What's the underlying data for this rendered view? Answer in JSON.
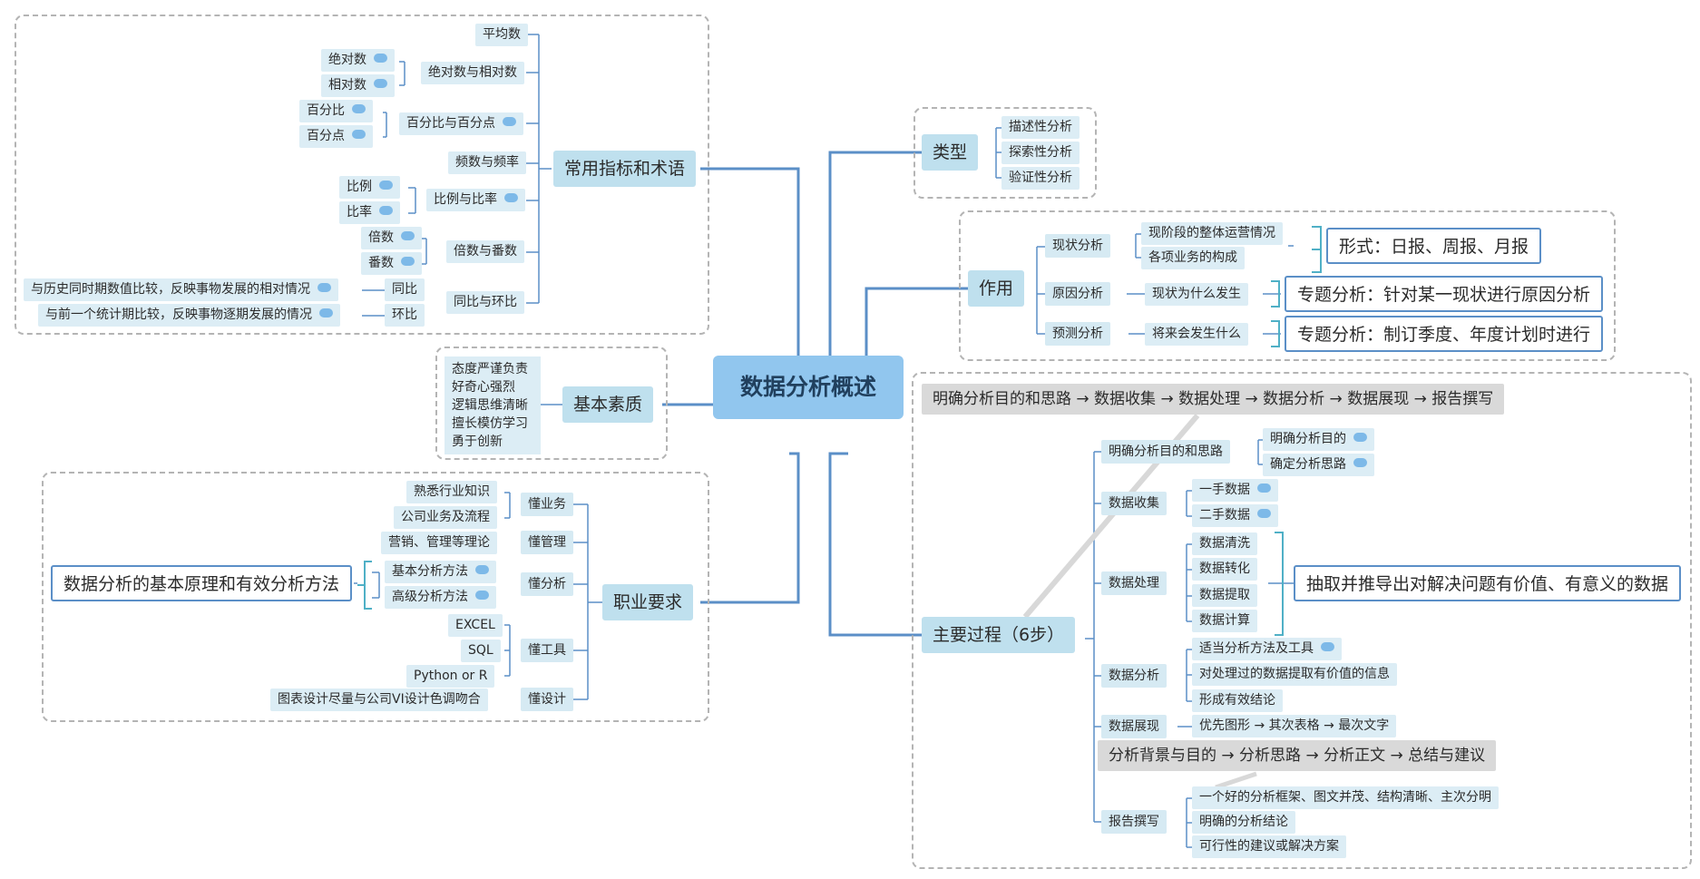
{
  "root": "数据分析概述",
  "metrics": {
    "title": "常用指标和术语",
    "avg": "平均数",
    "abs_rel": "绝对数与相对数",
    "abs": "绝对数",
    "rel": "相对数",
    "pct": "百分比与百分点",
    "pct1": "百分比",
    "pct2": "百分点",
    "freq": "频数与频率",
    "ratio": "比例与比率",
    "ratio1": "比例",
    "ratio2": "比率",
    "mult": "倍数与番数",
    "mult1": "倍数",
    "mult2": "番数",
    "yoy_mom": "同比与环比",
    "yoy": "同比",
    "mom": "环比",
    "yoy_desc": "与历史同时期数值比较，反映事物发展的相对情况",
    "mom_desc": "与前一个统计期比较，反映事物逐期发展的情况"
  },
  "quality": {
    "title": "基本素质",
    "items": [
      "态度严谨负责",
      "好奇心强烈",
      "逻辑思维清晰",
      "擅长模仿学习",
      "勇于创新"
    ]
  },
  "career": {
    "title": "职业要求",
    "biz": "懂业务",
    "biz1": "熟悉行业知识",
    "biz2": "公司业务及流程",
    "mgmt": "懂管理",
    "mgmt1": "营销、管理等理论",
    "ana": "懂分析",
    "ana1": "基本分析方法",
    "ana2": "高级分析方法",
    "ana_box": "数据分析的基本原理和有效分析方法",
    "tool": "懂工具",
    "tool1": "EXCEL",
    "tool2": "SQL",
    "tool3": "Python or R",
    "design": "懂设计",
    "design1": "图表设计尽量与公司VI设计色调吻合"
  },
  "types": {
    "title": "类型",
    "items": [
      "描述性分析",
      "探索性分析",
      "验证性分析"
    ]
  },
  "role": {
    "title": "作用",
    "cur": "现状分析",
    "cur1": "现阶段的整体运营情况",
    "cur2": "各项业务的构成",
    "cur_box": "形式：日报、周报、月报",
    "cause": "原因分析",
    "cause1": "现状为什么发生",
    "cause_box": "专题分析：针对某一现状进行原因分析",
    "pred": "预测分析",
    "pred1": "将来会发生什么",
    "pred_box": "专题分析：制订季度、年度计划时进行"
  },
  "process": {
    "title": "主要过程（6步）",
    "flow": "明确分析目的和思路 → 数据收集 → 数据处理 → 数据分析 → 数据展现 → 报告撰写",
    "s1": "明确分析目的和思路",
    "s1a": "明确分析目的",
    "s1b": "确定分析思路",
    "s2": "数据收集",
    "s2a": "一手数据",
    "s2b": "二手数据",
    "s3": "数据处理",
    "s3a": "数据清洗",
    "s3b": "数据转化",
    "s3c": "数据提取",
    "s3d": "数据计算",
    "s3_box": "抽取并推导出对解决问题有价值、有意义的数据",
    "s4": "数据分析",
    "s4a": "适当分析方法及工具",
    "s4b": "对处理过的数据提取有价值的信息",
    "s4c": "形成有效结论",
    "s5": "数据展现",
    "s5a": "优先图形 → 其次表格 → 最次文字",
    "s6": "报告撰写",
    "s6_flow": "分析背景与目的 → 分析思路 → 分析正文 → 总结与建议",
    "s6a": "一个好的分析框架、图文并茂、结构清晰、主次分明",
    "s6b": "明确的分析结论",
    "s6c": "可行性的建议或解决方案"
  },
  "colors": {
    "line": "#5b8fc7",
    "root": "#91c6ee",
    "main": "#bfe0ee",
    "leaf": "#dcedf5",
    "gray": "#d9d9d9"
  }
}
